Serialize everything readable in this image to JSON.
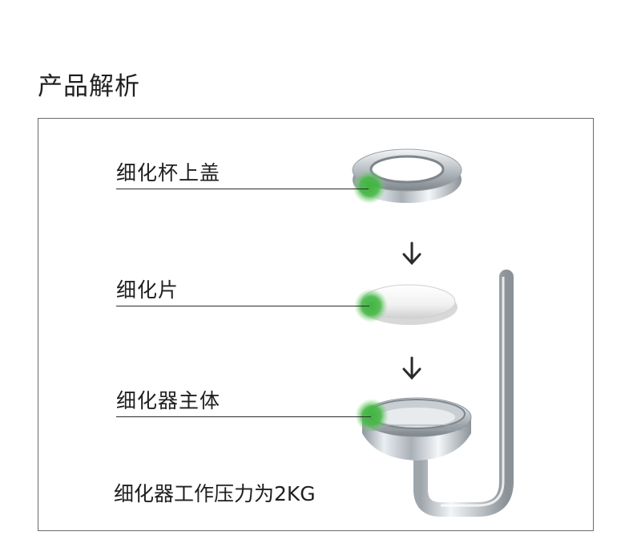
{
  "page_title": "产品解析",
  "parts": [
    {
      "label": "细化杯上盖"
    },
    {
      "label": "细化片"
    },
    {
      "label": "细化器主体"
    }
  ],
  "note": "细化器工作压力为2KG",
  "icons": [
    "down-arrow-icon",
    "down-arrow-icon"
  ],
  "colors": {
    "highlight": "#3fb43f",
    "frame": "#6b6b6b",
    "text": "#1f1f1f"
  }
}
